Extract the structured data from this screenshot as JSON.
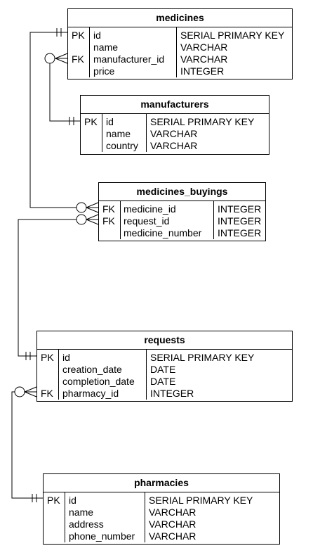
{
  "entities": {
    "medicines": {
      "title": "medicines",
      "rows": [
        {
          "key": "PK",
          "name": "id",
          "type": "SERIAL PRIMARY KEY"
        },
        {
          "key": "",
          "name": "name",
          "type": "VARCHAR"
        },
        {
          "key": "FK",
          "name": "manufacturer_id",
          "type": "VARCHAR"
        },
        {
          "key": "",
          "name": "price",
          "type": "INTEGER"
        }
      ]
    },
    "manufacturers": {
      "title": "manufacturers",
      "rows": [
        {
          "key": "PK",
          "name": "id",
          "type": "SERIAL PRIMARY KEY"
        },
        {
          "key": "",
          "name": "name",
          "type": "VARCHAR"
        },
        {
          "key": "",
          "name": "country",
          "type": "VARCHAR"
        }
      ]
    },
    "medicines_buyings": {
      "title": "medicines_buyings",
      "rows": [
        {
          "key": "FK",
          "name": "medicine_id",
          "type": "INTEGER"
        },
        {
          "key": "FK",
          "name": "request_id",
          "type": "INTEGER"
        },
        {
          "key": "",
          "name": "medicine_number",
          "type": "INTEGER"
        }
      ]
    },
    "requests": {
      "title": "requests",
      "rows": [
        {
          "key": "PK",
          "name": "id",
          "type": "SERIAL PRIMARY KEY"
        },
        {
          "key": "",
          "name": "creation_date",
          "type": "DATE"
        },
        {
          "key": "",
          "name": "completion_date",
          "type": "DATE"
        },
        {
          "key": "FK",
          "name": "pharmacy_id",
          "type": "INTEGER"
        }
      ]
    },
    "pharmacies": {
      "title": "pharmacies",
      "rows": [
        {
          "key": "PK",
          "name": "id",
          "type": "SERIAL PRIMARY KEY"
        },
        {
          "key": "",
          "name": "name",
          "type": "VARCHAR"
        },
        {
          "key": "",
          "name": "address",
          "type": "VARCHAR"
        },
        {
          "key": "",
          "name": "phone_number",
          "type": "VARCHAR"
        }
      ]
    }
  },
  "relationships": [
    {
      "from": "medicines_buyings.medicine_id",
      "to": "medicines.id",
      "from_end": "zero-or-many",
      "to_end": "exactly-one"
    },
    {
      "from": "medicines.manufacturer_id",
      "to": "manufacturers.id",
      "from_end": "zero-or-many",
      "to_end": "exactly-one"
    },
    {
      "from": "medicines_buyings.request_id",
      "to": "requests.id",
      "from_end": "zero-or-many",
      "to_end": "exactly-one"
    },
    {
      "from": "requests.pharmacy_id",
      "to": "pharmacies.id",
      "from_end": "zero-or-many",
      "to_end": "exactly-one"
    }
  ]
}
